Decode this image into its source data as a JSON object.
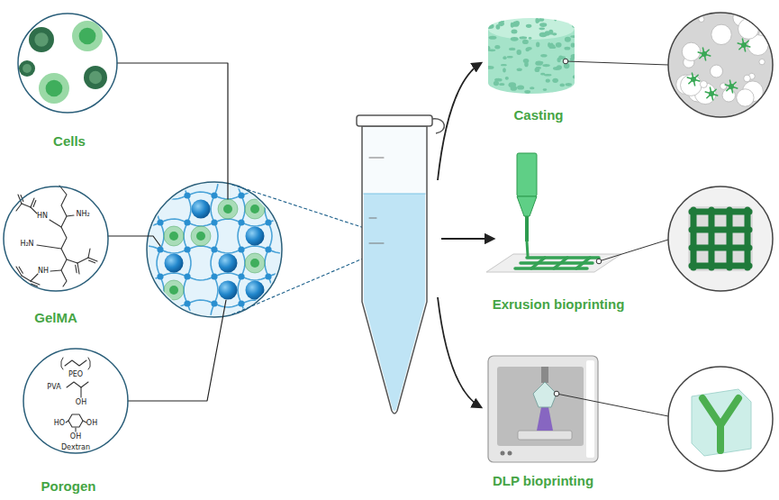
{
  "diagram": {
    "nodes": [
      {
        "text": [
          "Cells"
        ]
      },
      {
        "text": [
          "HN",
          "NH₂",
          "H₂N",
          "NH",
          "GelMA"
        ]
      },
      {
        "text": [
          "PEO",
          "PVA",
          "OH",
          "HO",
          "OH",
          "OH",
          "Dextran",
          "Porogen"
        ]
      },
      {
        "text": [
          "Casting"
        ]
      },
      {
        "text": [
          "Exrusion bioprinting"
        ]
      },
      {
        "text": [
          "DLP bioprinting"
        ]
      }
    ]
  }
}
